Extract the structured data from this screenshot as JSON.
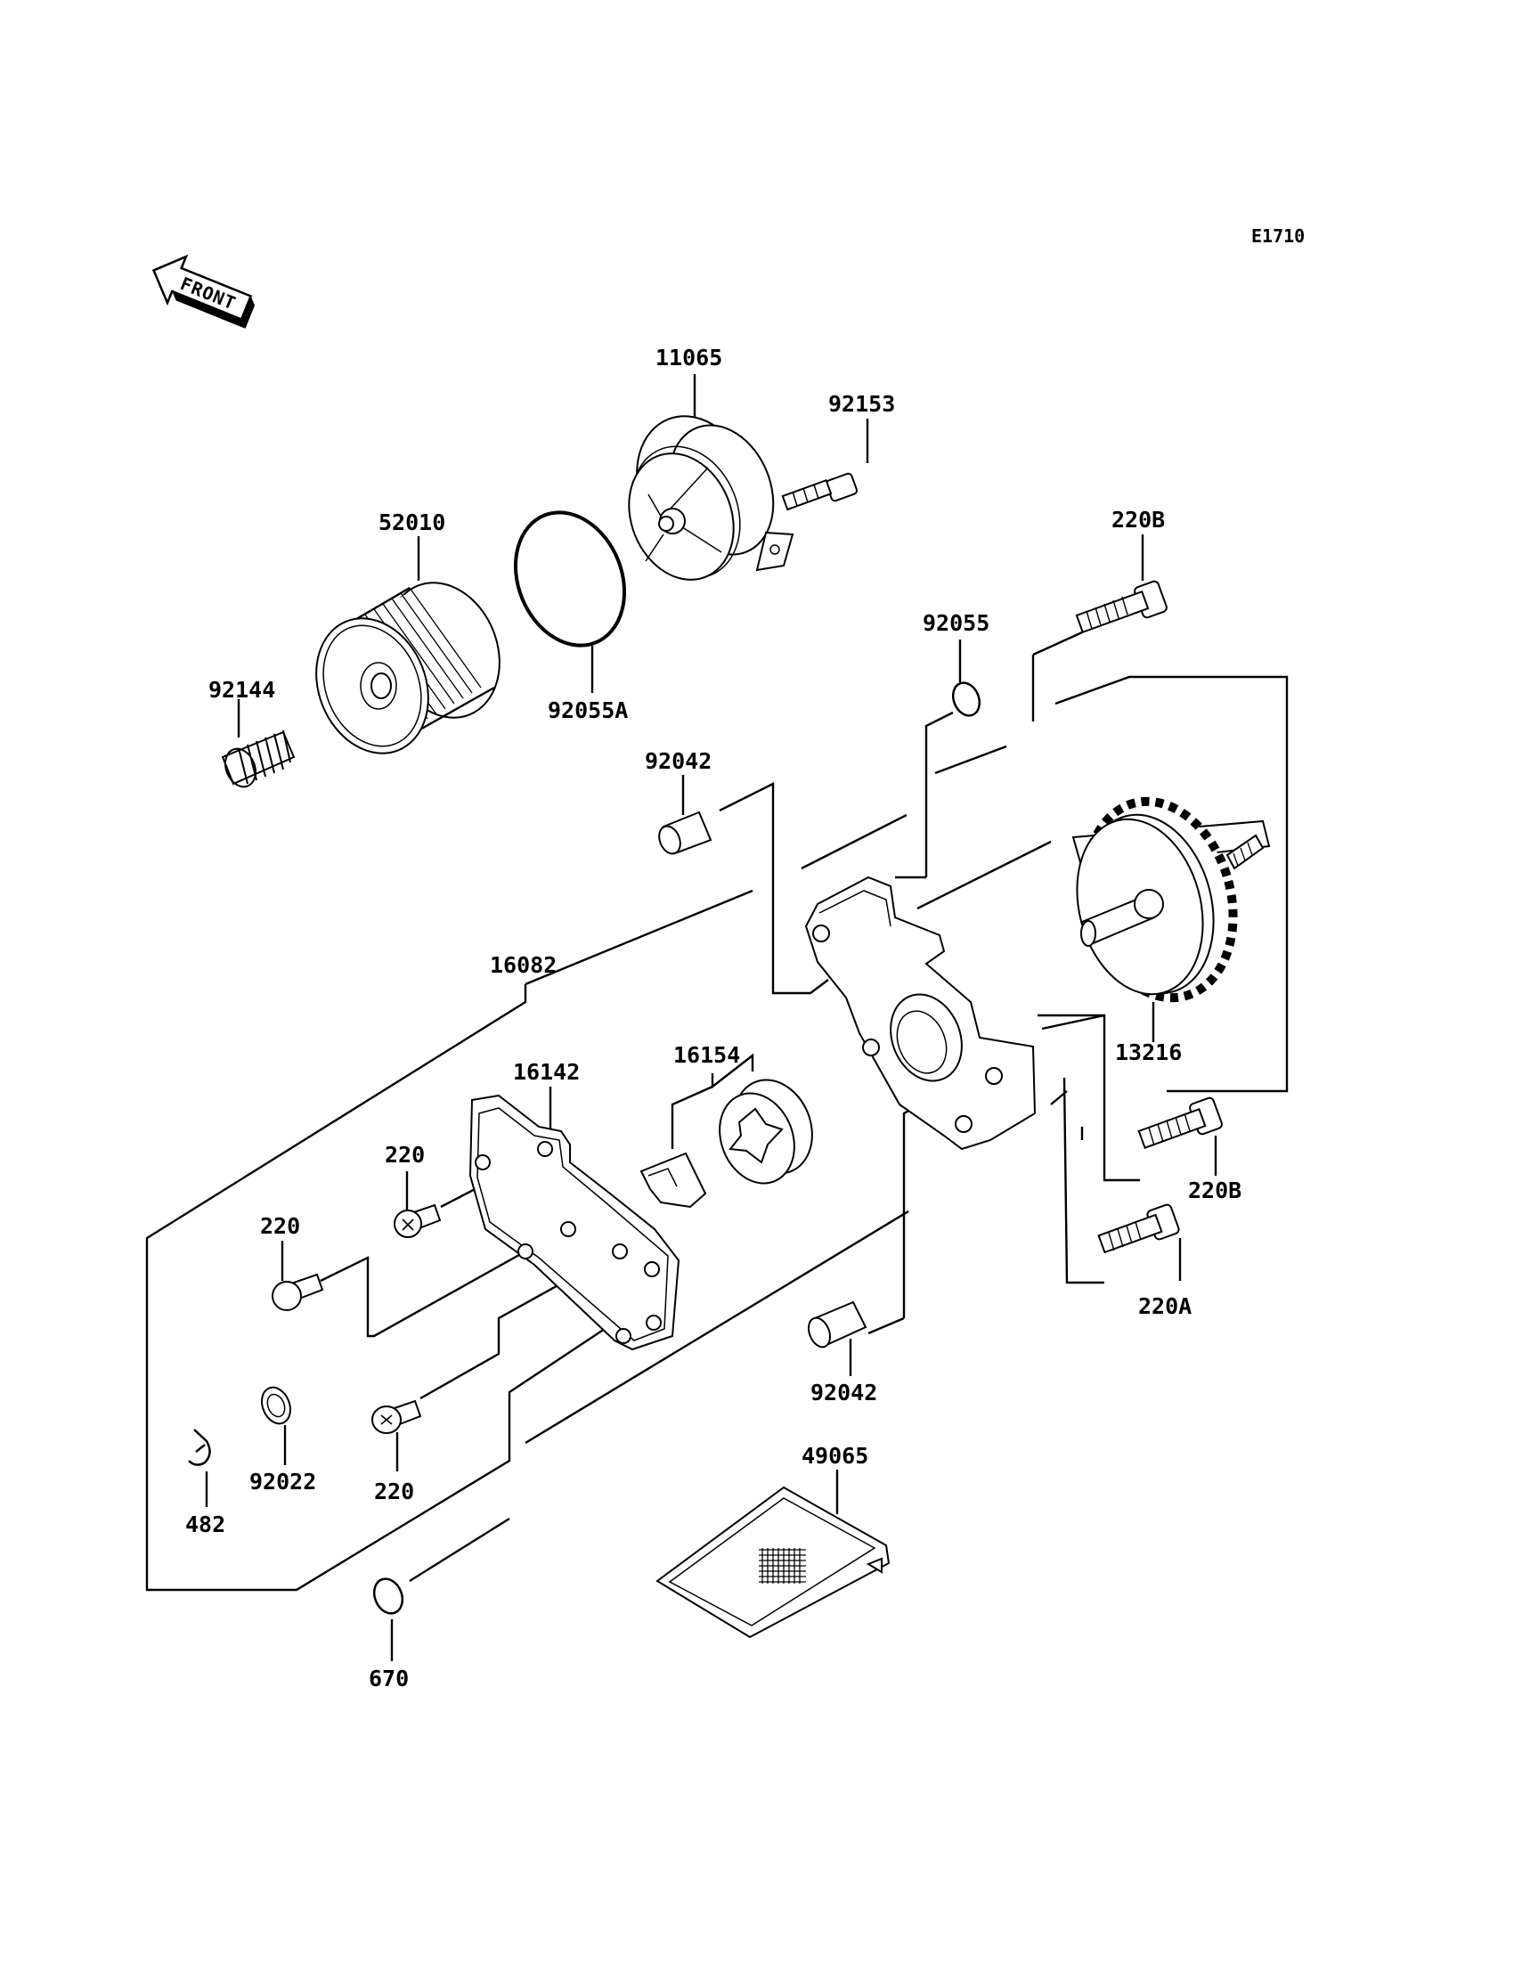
{
  "diagram_code": "E1710",
  "front_arrow_text": "FRONT",
  "labels": {
    "p11065": "11065",
    "p92153": "92153",
    "p52010": "52010",
    "p220B_top": "220B",
    "p92055": "92055",
    "p92144": "92144",
    "p92055A": "92055A",
    "p92042_top": "92042",
    "p16082": "16082",
    "p16154": "16154",
    "p16142": "16142",
    "p13216": "13216",
    "p220_a": "220",
    "p220_b": "220",
    "p220B_right": "220B",
    "p220A": "220A",
    "p92042_bottom": "92042",
    "p220_c": "220",
    "p92022": "92022",
    "p482": "482",
    "p49065": "49065",
    "p670": "670"
  }
}
